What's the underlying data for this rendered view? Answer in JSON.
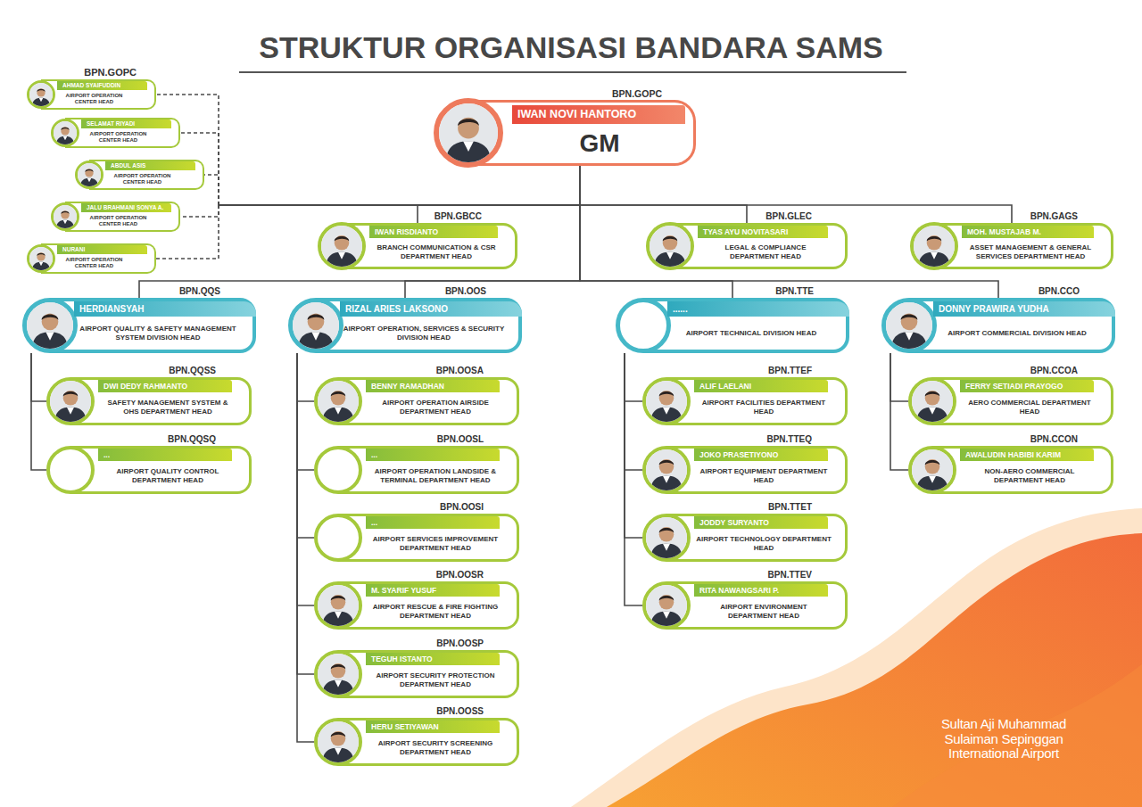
{
  "diagram": {
    "title": "STRUKTUR ORGANISASI BANDARA SAMS",
    "nodes": [
      {
        "text": [
          "BPN.GOPC",
          "IWAN NOVI HANTORO",
          "GM"
        ]
      },
      {
        "text": [
          "BPN.GOPC",
          "AHMAD SYAIFUDDIN",
          "AIRPORT OPERATION CENTER HEAD"
        ]
      },
      {
        "text": [
          "SELAMAT RIYADI",
          "AIRPORT OPERATION CENTER HEAD"
        ]
      },
      {
        "text": [
          "ABDUL ASIS",
          "AIRPORT OPERATION CENTER HEAD"
        ]
      },
      {
        "text": [
          "JALU BRAHMANI SONYA A.",
          "AIRPORT OPERATION CENTER HEAD"
        ]
      },
      {
        "text": [
          "NURANI",
          "AIRPORT OPERATION CENTER HEAD"
        ]
      },
      {
        "text": [
          "BPN.GBCC",
          "IWAN RISDIANTO",
          "BRANCH COMMUNICATION & CSR DEPARTMENT HEAD"
        ]
      },
      {
        "text": [
          "BPN.GLEC",
          "TYAS AYU NOVITASARI",
          "LEGAL & COMPLIANCE DEPARTMENT HEAD"
        ]
      },
      {
        "text": [
          "BPN.GAGS",
          "MOH. MUSTAJAB M.",
          "ASSET MANAGEMENT & GENERAL SERVICES DEPARTMENT HEAD"
        ]
      },
      {
        "text": [
          "BPN.QQS",
          "HERDIANSYAH",
          "AIRPORT QUALITY & SAFETY MANAGEMENT SYSTEM DIVISION HEAD"
        ]
      },
      {
        "text": [
          "BPN.OOS",
          "RIZAL ARIES LAKSONO",
          "AIRPORT OPERATION, SERVICES & SECURITY DIVISION HEAD"
        ]
      },
      {
        "text": [
          "BPN.TTE",
          "......",
          "AIRPORT TECHNICAL DIVISION HEAD"
        ]
      },
      {
        "text": [
          "BPN.CCO",
          "DONNY PRAWIRA YUDHA",
          "AIRPORT COMMERCIAL DIVISION HEAD"
        ]
      },
      {
        "text": [
          "BPN.QQSS",
          "DWI DEDY RAHMANTO",
          "SAFETY MANAGEMENT SYSTEM & OHS DEPARTMENT HEAD"
        ]
      },
      {
        "text": [
          "BPN.QQSQ",
          "...",
          "AIRPORT QUALITY CONTROL DEPARTMENT HEAD"
        ]
      },
      {
        "text": [
          "BPN.OOSA",
          "BENNY RAMADHAN",
          "AIRPORT OPERATION AIRSIDE DEPARTMENT HEAD"
        ]
      },
      {
        "text": [
          "BPN.OOSL",
          "...",
          "AIRPORT OPERATION LANDSIDE & TERMINAL DEPARTMENT HEAD"
        ]
      },
      {
        "text": [
          "BPN.OOSI",
          "...",
          "AIRPORT SERVICES IMPROVEMENT DEPARTMENT HEAD"
        ]
      },
      {
        "text": [
          "BPN.OOSR",
          "M. SYARIF YUSUF",
          "AIRPORT RESCUE & FIRE FIGHTING DEPARTMENT HEAD"
        ]
      },
      {
        "text": [
          "BPN.OOSP",
          "TEGUH ISTANTO",
          "AIRPORT SECURITY PROTECTION DEPARTMENT HEAD"
        ]
      },
      {
        "text": [
          "BPN.OOSS",
          "HERU SETIYAWAN",
          "AIRPORT SECURITY SCREENING DEPARTMENT HEAD"
        ]
      },
      {
        "text": [
          "BPN.TTEF",
          "ALIF LAELANI",
          "AIRPORT FACILITIES DEPARTMENT HEAD"
        ]
      },
      {
        "text": [
          "BPN.TTEQ",
          "JOKO PRASETIYONO",
          "AIRPORT EQUIPMENT DEPARTMENT HEAD"
        ]
      },
      {
        "text": [
          "BPN.TTET",
          "JODDY SURYANTO",
          "AIRPORT TECHNOLOGY DEPARTMENT HEAD"
        ]
      },
      {
        "text": [
          "BPN.TTEV",
          "RITA NAWANGSARI P.",
          "AIRPORT ENVIRONMENT DEPARTMENT HEAD"
        ]
      },
      {
        "text": [
          "BPN.CCOA",
          "FERRY SETIADI PRAYOGO",
          "AERO COMMERCIAL DEPARTMENT HEAD"
        ]
      },
      {
        "text": [
          "BPN.CCON",
          "AWALUDIN HABIBI KARIM",
          "NON-AERO COMMERCIAL DEPARTMENT HEAD"
        ]
      }
    ],
    "edges": [
      {
        "from": 0,
        "to": 1,
        "arrow": "none"
      },
      {
        "from": 0,
        "to": 2,
        "arrow": "none"
      },
      {
        "from": 0,
        "to": 3,
        "arrow": "none"
      },
      {
        "from": 0,
        "to": 4,
        "arrow": "none"
      },
      {
        "from": 0,
        "to": 5,
        "arrow": "none"
      },
      {
        "from": 0,
        "to": 6,
        "arrow": "none"
      },
      {
        "from": 0,
        "to": 7,
        "arrow": "none"
      },
      {
        "from": 0,
        "to": 8,
        "arrow": "none"
      },
      {
        "from": 0,
        "to": 9,
        "arrow": "none"
      },
      {
        "from": 0,
        "to": 10,
        "arrow": "none"
      },
      {
        "from": 0,
        "to": 11,
        "arrow": "none"
      },
      {
        "from": 0,
        "to": 12,
        "arrow": "none"
      },
      {
        "from": 9,
        "to": 13,
        "arrow": "none"
      },
      {
        "from": 9,
        "to": 14,
        "arrow": "none"
      },
      {
        "from": 10,
        "to": 15,
        "arrow": "none"
      },
      {
        "from": 10,
        "to": 16,
        "arrow": "none"
      },
      {
        "from": 10,
        "to": 17,
        "arrow": "none"
      },
      {
        "from": 10,
        "to": 18,
        "arrow": "none"
      },
      {
        "from": 10,
        "to": 19,
        "arrow": "none"
      },
      {
        "from": 10,
        "to": 20,
        "arrow": "none"
      },
      {
        "from": 11,
        "to": 21,
        "arrow": "none"
      },
      {
        "from": 11,
        "to": 22,
        "arrow": "none"
      },
      {
        "from": 11,
        "to": 23,
        "arrow": "none"
      },
      {
        "from": 11,
        "to": 24,
        "arrow": "none"
      },
      {
        "from": 12,
        "to": 25,
        "arrow": "none"
      },
      {
        "from": 12,
        "to": 26,
        "arrow": "none"
      }
    ],
    "labels": [
      "Sultan Aji Muhammad Sulaiman Sepinggan International Airport"
    ]
  }
}
